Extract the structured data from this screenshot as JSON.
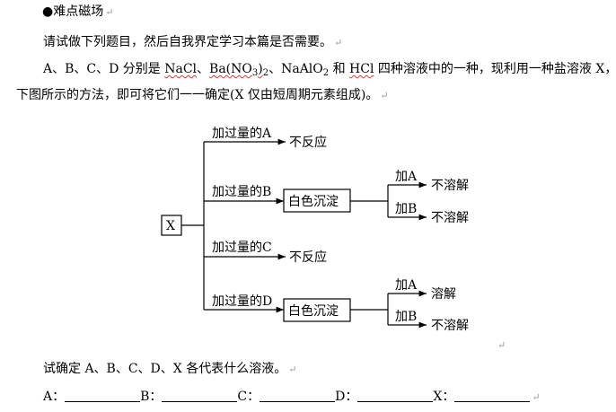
{
  "heading": "●难点磁场",
  "intro": "请试做下列题目，然后自我界定学习本篇是否需要。",
  "problem": {
    "seg1": "A、B、C、D 分别是 ",
    "nacl": "NaCl",
    "sep1": "、",
    "bano3_a": "Ba(NO",
    "bano3_sub1": "3",
    "bano3_b": ")",
    "bano3_sub2": "2",
    "sep2": "、",
    "naalo2_a": "NaAlO",
    "naalo2_sub": "2",
    "seg2": " 和 ",
    "hcl": "HCl",
    "seg3": " 四种溶液中的一种，现利用一种盐溶液 X，用",
    "line2": "下图所示的方法，即可将它们一一确定(X 仅由短周期元素组成)。"
  },
  "diagram": {
    "x_label": "X",
    "branches": [
      {
        "add_label": "加过量的A",
        "result": "不反应"
      },
      {
        "add_label": "加过量的B",
        "precipitate": "白色沉淀",
        "sub": [
          {
            "add": "加A",
            "result": "不溶解"
          },
          {
            "add": "加B",
            "result": "不溶解"
          }
        ]
      },
      {
        "add_label": "加过量的C",
        "result": "不反应"
      },
      {
        "add_label": "加过量的D",
        "precipitate": "白色沉淀",
        "sub": [
          {
            "add": "加A",
            "result": "溶解"
          },
          {
            "add": "加B",
            "result": "不溶解"
          }
        ]
      }
    ]
  },
  "question": "试确定 A、B、C、D、X 各代表什么溶液。",
  "answers": {
    "a": "A：",
    "b": "B：",
    "c": "C：",
    "d": "D：",
    "x": "X："
  },
  "para_mark": "↵"
}
